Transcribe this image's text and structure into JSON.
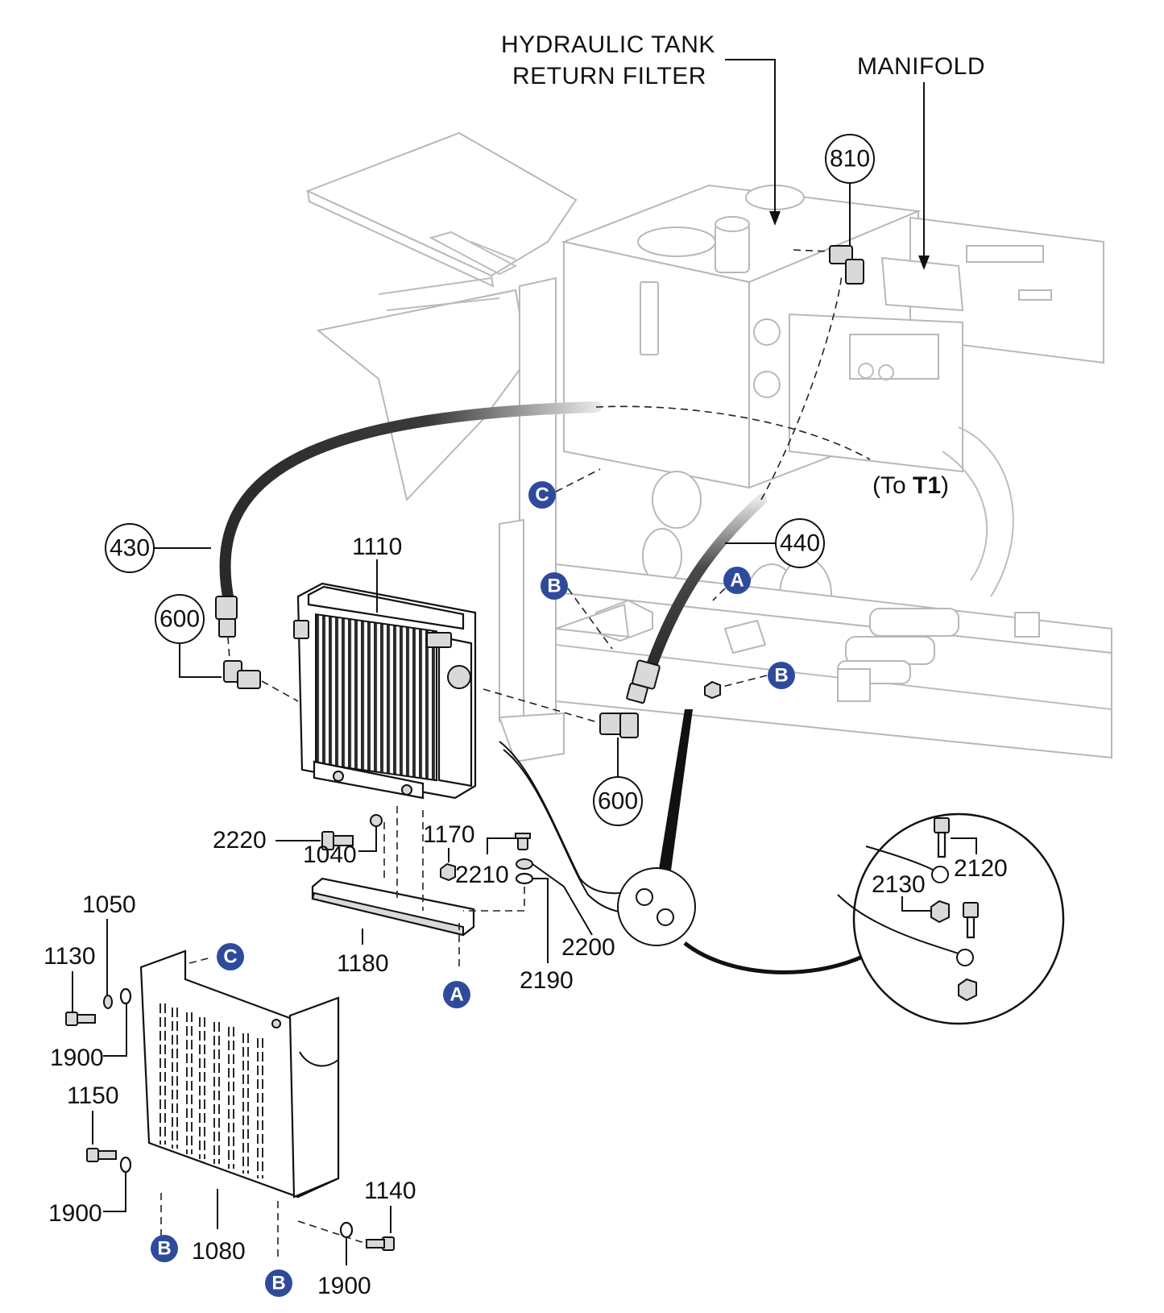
{
  "callouts": {
    "hydraulic_tank_filter_line1": "HYDRAULIC TANK",
    "hydraulic_tank_filter_line2": "RETURN FILTER",
    "manifold": "MANIFOLD",
    "to_t1_prefix": "(To ",
    "to_t1_bold": "T1",
    "to_t1_suffix": ")"
  },
  "bubbles": {
    "b810": "810",
    "b430": "430",
    "b440": "440",
    "b600a": "600",
    "b600b": "600"
  },
  "labels": {
    "l1110": "1110",
    "l2220": "2220",
    "l1040": "1040",
    "l1170": "1170",
    "l2210": "2210",
    "l2200": "2200",
    "l2190": "2190",
    "l1180": "1180",
    "l2120": "2120",
    "l2130": "2130",
    "l1050": "1050",
    "l1130": "1130",
    "l1900a": "1900",
    "l1150": "1150",
    "l1900b": "1900",
    "l1140": "1140",
    "l1080": "1080",
    "l1900c": "1900"
  },
  "refs": {
    "c_top": "C",
    "b_col": "B",
    "a_right": "A",
    "b_right": "B",
    "a_bottom": "A",
    "c_cover": "C",
    "b_cover_left": "B",
    "b_cover_right": "B"
  },
  "colors": {
    "ref_marker": "#2e4a9b",
    "ghost_line": "#bdbdbd",
    "hose": "#2a2a2a"
  }
}
